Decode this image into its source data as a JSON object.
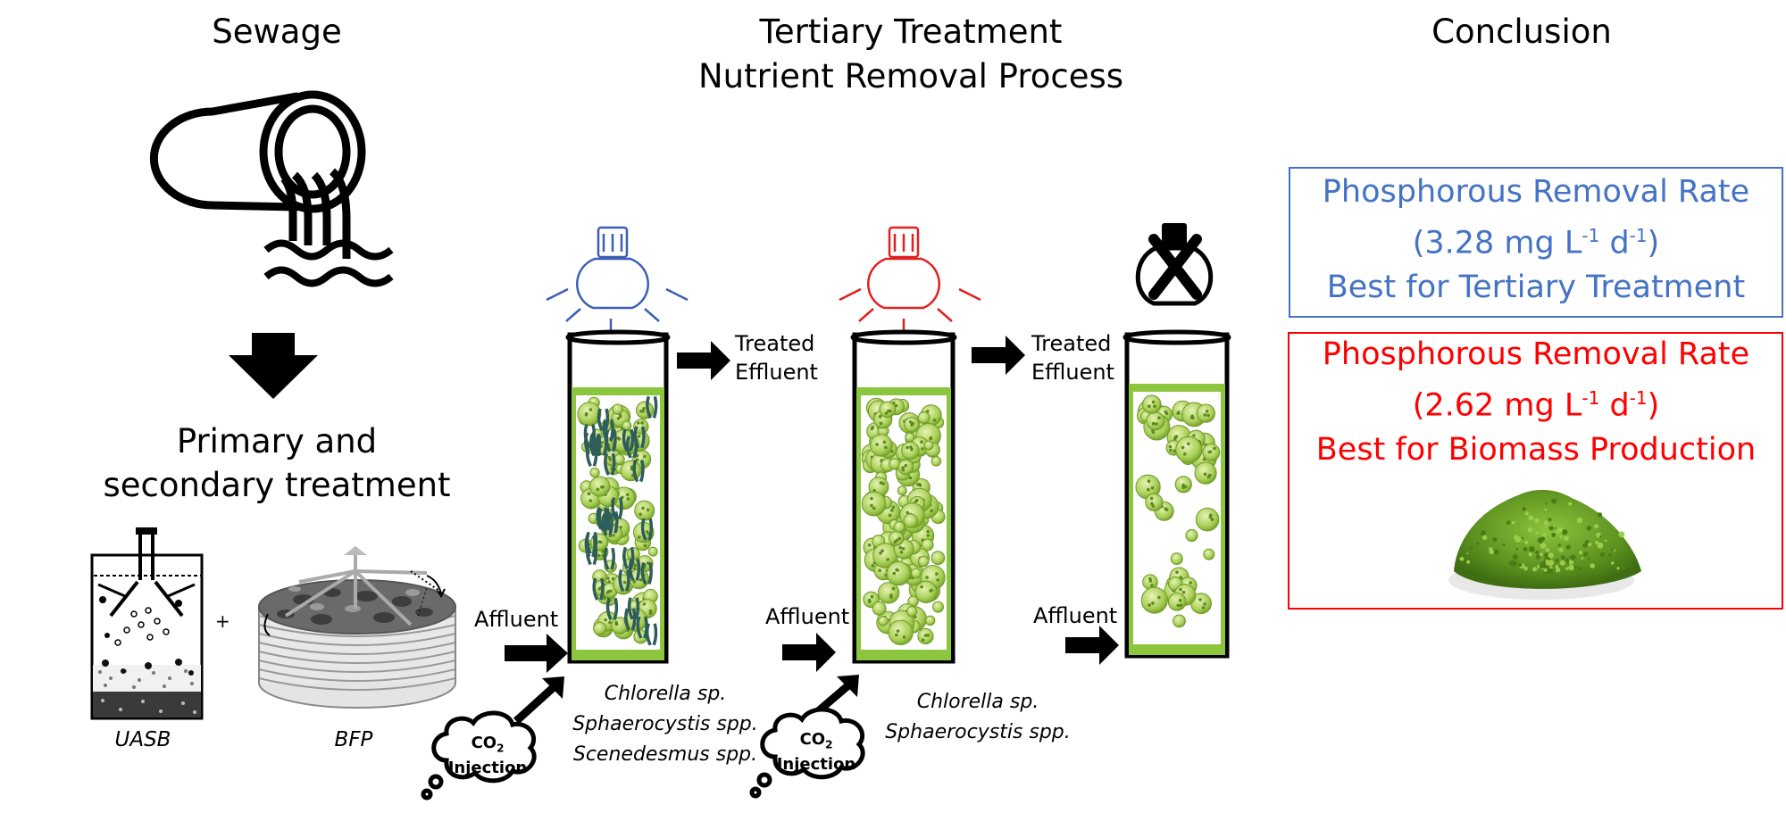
{
  "headers": {
    "sewage": "Sewage",
    "tertiary_line1": "Tertiary Treatment",
    "tertiary_line2": "Nutrient Removal Process",
    "conclusion": "Conclusion",
    "primary_line1": "Primary and",
    "primary_line2": "secondary treatment"
  },
  "reactors": {
    "uasb": "UASB",
    "bfp": "BFP",
    "plus": "+"
  },
  "flow": {
    "affluent": "Affluent",
    "treated": "Treated",
    "effluent": "Effluent",
    "co2_base": "CO",
    "co2_sub": "2",
    "injection": "Injection"
  },
  "species": {
    "col1": [
      "Chlorella sp.",
      "Sphaerocystis spp.",
      "Scenedesmus spp."
    ],
    "col2": [
      "Chlorella sp.",
      "Sphaerocystis spp."
    ]
  },
  "conclusion_boxes": {
    "blue": {
      "title": "Phosphorous Removal Rate",
      "rate_open": "(3.28 mg L",
      "rate_exp1": "-1",
      "rate_mid": " d",
      "rate_exp2": "-1",
      "rate_close": ")",
      "note": "Best for Tertiary Treatment",
      "color": "#4472c4"
    },
    "red": {
      "title": "Phosphorous Removal Rate",
      "rate_open": "(2.62 mg L",
      "rate_exp1": "-1",
      "rate_mid": " d",
      "rate_exp2": "-1",
      "rate_close": ")",
      "note": "Best for Biomass Production",
      "color": "#ff0000"
    }
  },
  "colors": {
    "blue_light": "#3a5fb4",
    "red_light": "#e02020",
    "culture_green": "#8cc63f"
  }
}
